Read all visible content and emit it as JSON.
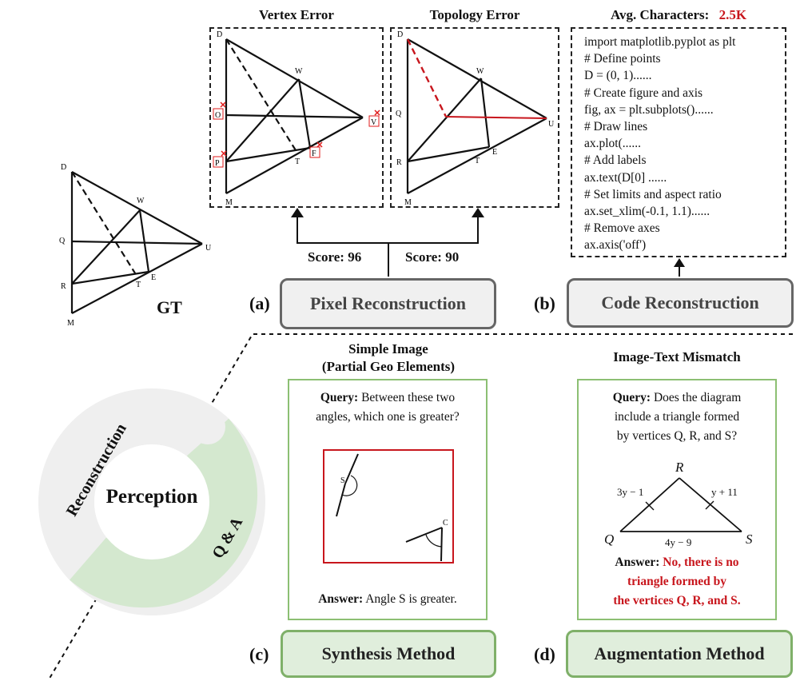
{
  "gt": {
    "label": "GT",
    "points": {
      "d": "D",
      "w": "W",
      "q": "Q",
      "u": "U",
      "r": "R",
      "t": "T",
      "e": "E",
      "m": "M"
    }
  },
  "vertex_error": {
    "title": "Vertex Error",
    "points": {
      "d": "D",
      "w": "W",
      "o": "O",
      "v": "V",
      "p": "P",
      "t": "T",
      "f": "F",
      "m": "M"
    },
    "error_color": "#e01b1b"
  },
  "topology_error": {
    "title": "Topology Error",
    "points": {
      "d": "D",
      "w": "W",
      "q": "Q",
      "u": "U",
      "r": "R",
      "t": "T",
      "e": "E",
      "m": "M"
    },
    "error_color": "#c8161d"
  },
  "code_panel": {
    "title_prefix": "Avg. Characters:",
    "title_value": "2.5K",
    "lines": [
      "import matplotlib.pyplot as plt",
      "# Define points",
      "D = (0, 1)......",
      "# Create figure and axis",
      "fig, ax = plt.subplots()......",
      "# Draw lines",
      "ax.plot(......",
      "# Add labels",
      "ax.text(D[0] ......",
      "# Set limits and aspect ratio",
      "ax.set_xlim(-0.1, 1.1)......",
      "# Remove axes",
      "ax.axis('off')"
    ]
  },
  "scores": {
    "left": "Score: 96",
    "right": "Score: 90"
  },
  "methods": {
    "a_letter": "(a)",
    "a_label": "Pixel Reconstruction",
    "b_letter": "(b)",
    "b_label": "Code Reconstruction",
    "c_letter": "(c)",
    "c_label": "Synthesis Method",
    "d_letter": "(d)",
    "d_label": "Augmentation Method"
  },
  "ring": {
    "center": "Perception",
    "top_label": "Reconstruction",
    "bottom_label": "Q & A",
    "gray": "#efefef",
    "green": "#d4e8cf"
  },
  "simple_image": {
    "title_line1": "Simple Image",
    "title_line2": "(Partial Geo Elements)",
    "query_label": "Query:",
    "query_line1": "Between these two",
    "query_line2": "angles, which one is greater?",
    "label_s": "S",
    "label_c": "C",
    "answer_label": "Answer:",
    "answer_text": "Angle S is greater."
  },
  "mismatch": {
    "title": "Image-Text Mismatch",
    "query_label": "Query:",
    "query_line1": "Does the diagram",
    "query_line2": "include a triangle formed",
    "query_line3": "by vertices Q, R, and S?",
    "label_r": "R",
    "label_q": "Q",
    "label_s": "S",
    "left_side": "3y − 1",
    "right_side": "y + 11",
    "base": "4y − 9",
    "answer_label": "Answer:",
    "answer_line1": "No, there is no",
    "answer_line2": "triangle formed by",
    "answer_line3": "the vertices Q, R, and S."
  }
}
